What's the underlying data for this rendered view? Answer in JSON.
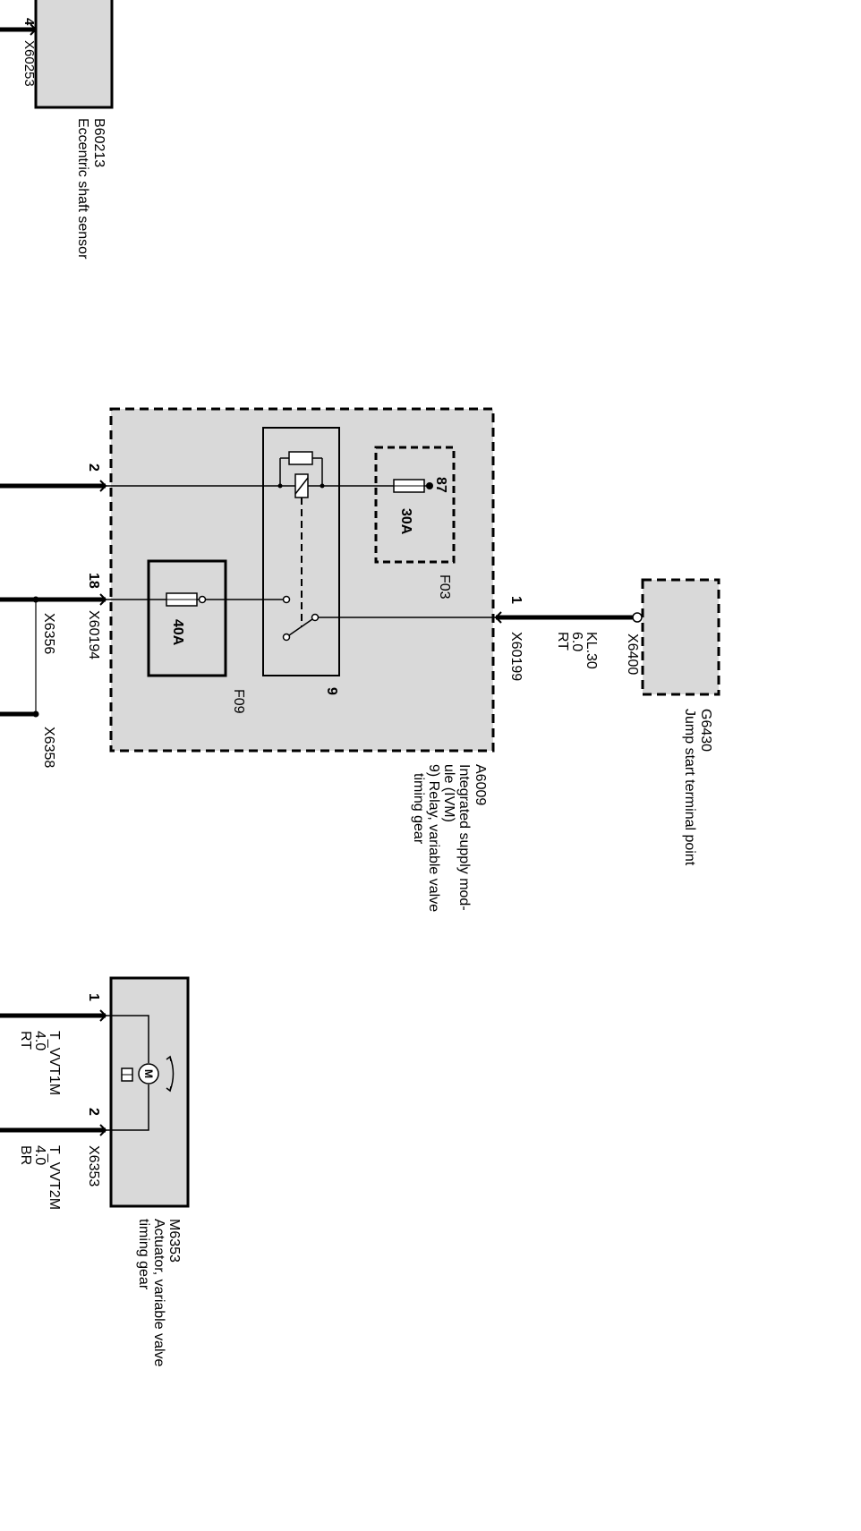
{
  "components": {
    "b60213": {
      "id": "B60213",
      "desc": "Eccentric shaft sensor",
      "connector": "X60253",
      "pin": "4"
    },
    "a6009": {
      "id": "A6009",
      "desc_lines": [
        "Integrated supply mod-",
        "ule (IVM)",
        "9) Relay, variable valve",
        "timing gear"
      ],
      "relay_label": "9",
      "f03": {
        "id": "F03",
        "pin": "87",
        "rating": "30A"
      },
      "f09": {
        "id": "F09",
        "rating": "40A"
      },
      "pin_in": "1",
      "pin_2": "2",
      "pin_18": "18",
      "conn_in": "X60199",
      "conn_out": "X60194"
    },
    "g6430": {
      "id": "G6430",
      "desc": "Jump start terminal point",
      "connector": "X6400"
    },
    "kl30_wire": {
      "name": "KL.30",
      "size": "6.0",
      "color": "RT"
    },
    "splices": {
      "a": "X6356",
      "b": "X6358"
    },
    "m6353": {
      "id": "M6353",
      "desc_lines": [
        "Actuator, variable valve",
        "timing gear"
      ],
      "connector": "X6353",
      "pin1": "1",
      "pin2": "2",
      "motor_symbol": "M",
      "wire1": {
        "name": "T_VVT1M",
        "size": "4.0",
        "color": "RT"
      },
      "wire2": {
        "name": "T_VVT2M",
        "size": "4.0",
        "color": "BR"
      }
    }
  }
}
